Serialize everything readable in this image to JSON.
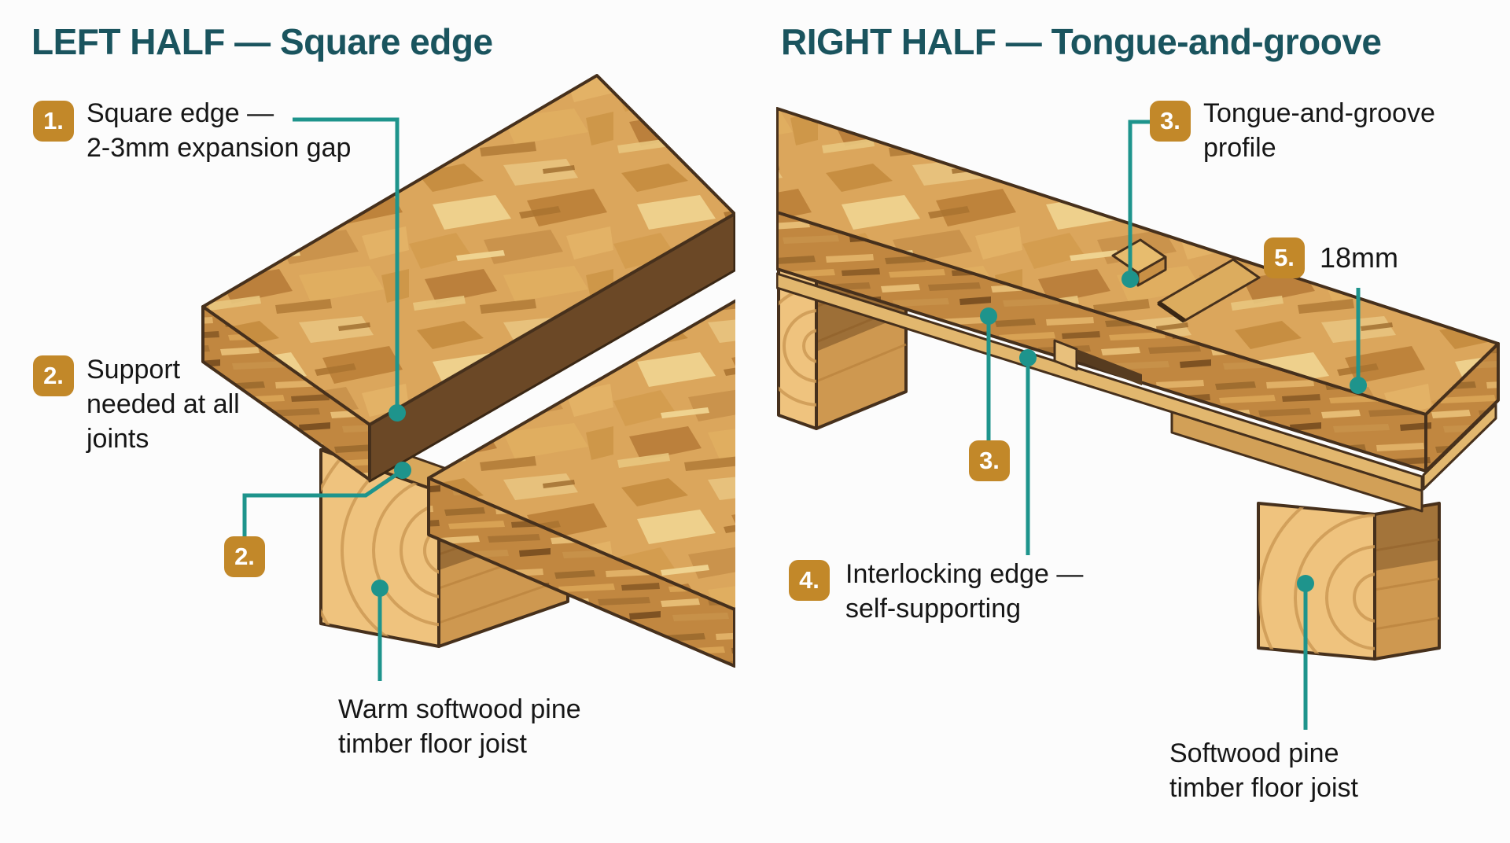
{
  "titles": {
    "left": "LEFT HALF — Square edge",
    "right": "RIGHT HALF — Tongue-and-groove"
  },
  "badges": {
    "one": "1.",
    "two_a": "2.",
    "two_b": "2.",
    "three_a": "3.",
    "three_b": "3.",
    "four": "4.",
    "five": "5."
  },
  "labels": {
    "square_edge": {
      "line1": "Square edge —",
      "line2": "2-3mm expansion gap"
    },
    "support": {
      "line1": "Support",
      "line2": "needed at all",
      "line3": "joints"
    },
    "left_joist": {
      "line1": "Warm softwood pine",
      "line2": "timber floor joist"
    },
    "tongue_profile": {
      "line1": "Tongue-and-groove",
      "line2": "profile"
    },
    "thickness": "18mm",
    "interlocking": {
      "line1": "Interlocking edge —",
      "line2": "self-supporting"
    },
    "right_joist": {
      "line1": "Softwood pine",
      "line2": "timber floor joist"
    }
  },
  "colors": {
    "background": "#FCFCFC",
    "title_teal": "#1A545E",
    "accent_teal": "#1E948C",
    "badge_orange": "#C28829",
    "text_dark": "#161616",
    "osb_tan": "#DBA65C",
    "osb_edge": "#C18740",
    "pine_light": "#EFC37E",
    "pine_side": "#CE9850",
    "gap_brown": "#6B4826",
    "outline_brown": "#46301C"
  }
}
